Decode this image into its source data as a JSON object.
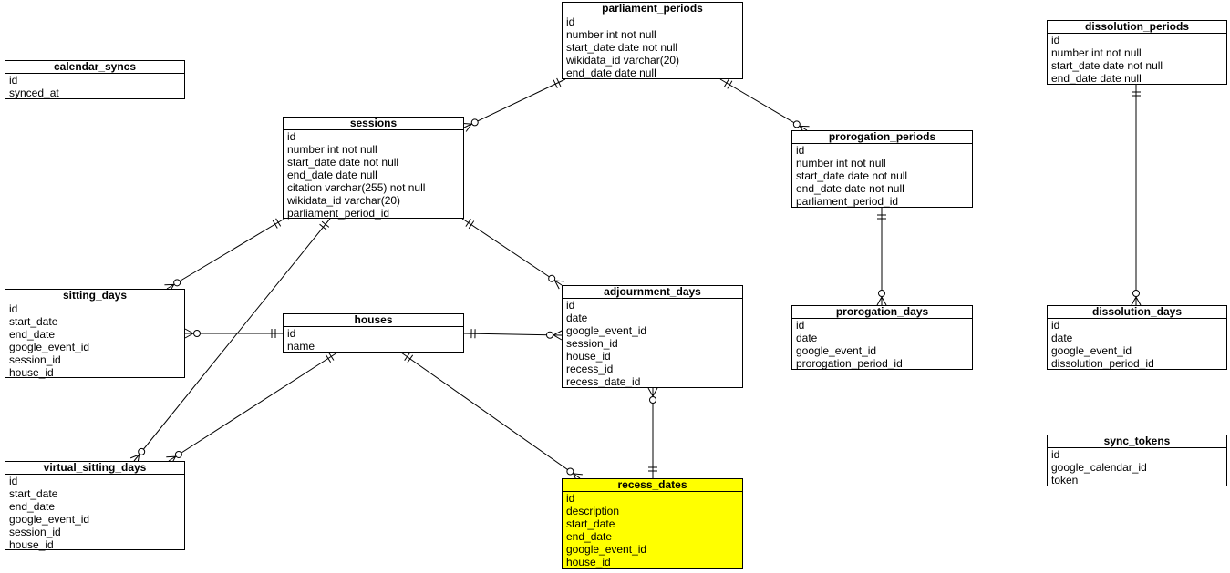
{
  "entities": {
    "calendar_syncs": {
      "title": "calendar_syncs",
      "fields": [
        "id",
        "synced_at"
      ]
    },
    "parliament_periods": {
      "title": "parliament_periods",
      "fields": [
        "id",
        "number int not null",
        "start_date date not null",
        "wikidata_id varchar(20)",
        "end_date date null"
      ]
    },
    "dissolution_periods": {
      "title": "dissolution_periods",
      "fields": [
        "id",
        "number int not null",
        "start_date date not null",
        "end_date date null"
      ]
    },
    "sessions": {
      "title": "sessions",
      "fields": [
        "id",
        "number int not null",
        "start_date date not null",
        "end_date date null",
        "citation varchar(255) not null",
        "wikidata_id varchar(20)",
        "parliament_period_id"
      ]
    },
    "prorogation_periods": {
      "title": "prorogation_periods",
      "fields": [
        "id",
        "number int not null",
        "start_date date not null",
        "end_date date not null",
        "parliament_period_id"
      ]
    },
    "sitting_days": {
      "title": "sitting_days",
      "fields": [
        "id",
        "start_date",
        "end_date",
        "google_event_id",
        "session_id",
        "house_id"
      ]
    },
    "houses": {
      "title": "houses",
      "fields": [
        "id",
        "name"
      ]
    },
    "adjournment_days": {
      "title": "adjournment_days",
      "fields": [
        "id",
        "date",
        "google_event_id",
        "session_id",
        "house_id",
        "recess_id",
        "recess_date_id"
      ]
    },
    "prorogation_days": {
      "title": "prorogation_days",
      "fields": [
        "id",
        "date",
        "google_event_id",
        "prorogation_period_id"
      ]
    },
    "dissolution_days": {
      "title": "dissolution_days",
      "fields": [
        "id",
        "date",
        "google_event_id",
        "dissolution_period_id"
      ]
    },
    "virtual_sitting_days": {
      "title": "virtual_sitting_days",
      "fields": [
        "id",
        "start_date",
        "end_date",
        "google_event_id",
        "session_id",
        "house_id"
      ]
    },
    "recess_dates": {
      "title": "recess_dates",
      "fields": [
        "id",
        "description",
        "start_date",
        "end_date",
        "google_event_id",
        "house_id"
      ]
    },
    "sync_tokens": {
      "title": "sync_tokens",
      "fields": [
        "id",
        "google_calendar_id",
        "token"
      ]
    }
  },
  "colors": {
    "highlight": "#ffff00",
    "line": "#000000",
    "background": "#ffffff"
  }
}
